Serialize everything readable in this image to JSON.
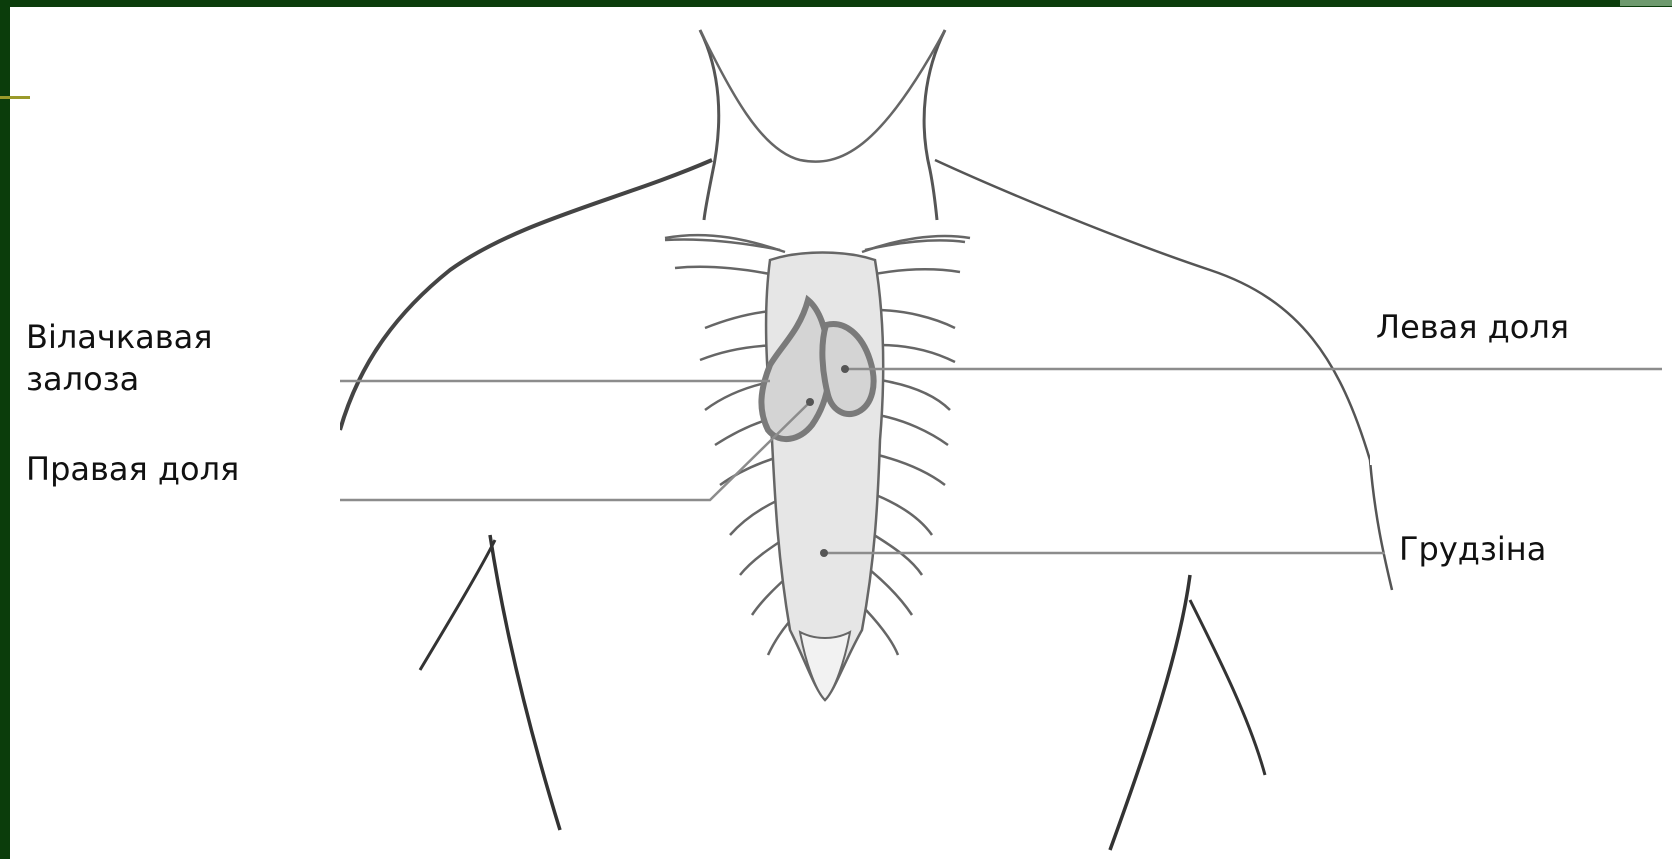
{
  "labels": {
    "thymus": "Вілачкавая\nзалоза",
    "left_lobe": "Левая доля",
    "right_lobe": "Правая доля",
    "sternum": "Грудзіна"
  },
  "colors": {
    "frame": "#0b3d0b",
    "background": "#ffffff",
    "outline": "#555555",
    "sternum_fill": "#e6e6e6",
    "thymus_outline": "#7a7a7a",
    "leader_line": "#8c8c8c"
  }
}
